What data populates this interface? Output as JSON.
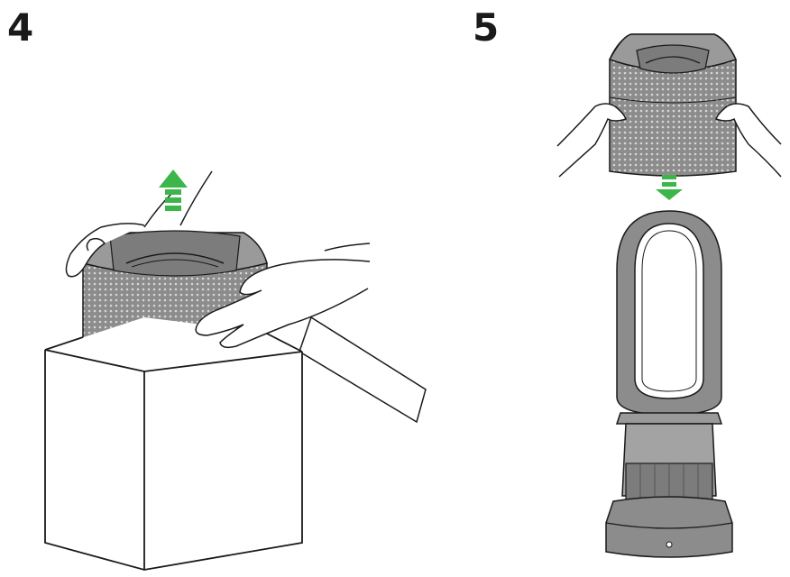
{
  "steps": [
    {
      "number": "4",
      "image": "lift-filter-out-of-box",
      "arrow": "up-arrow-icon"
    },
    {
      "number": "5",
      "image": "lower-filter-onto-base",
      "arrow": "down-arrow-icon"
    }
  ],
  "colors": {
    "arrow_green": "#3cb54a",
    "filter_grey": "#8c8c8c",
    "body_grey": "#9a9a9a",
    "outline": "#1a1a1a"
  }
}
